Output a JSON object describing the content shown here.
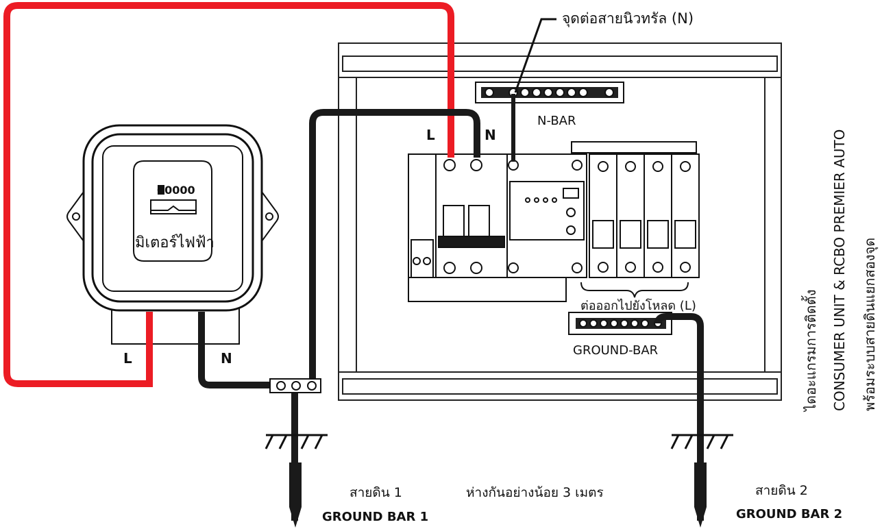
{
  "labels": {
    "neutral_connection": "จุดต่อสายนิวทรัล (N)",
    "n_bar": "N-BAR",
    "l_terminal": "L",
    "n_terminal": "N",
    "meter_name": "มิเตอร์ไฟฟ้า",
    "meter_counter": "00000",
    "meter_l": "L",
    "meter_n": "N",
    "load_output": "ต่อออกไปยังโหลด (L)",
    "ground_bar": "GROUND-BAR",
    "ground1_thai": "สายดิน 1",
    "ground1_en": "GROUND BAR 1",
    "separation": "ห่างกันอย่างน้อย 3 เมตร",
    "ground2_thai": "สายดิน 2",
    "ground2_en": "GROUND BAR 2"
  },
  "side_title": {
    "line1": "ไดอะแกรมการติดตั้ง",
    "line2": "CONSUMER UNIT & RCBO PREMIER AUTO",
    "line3": "พร้อมระบบสายดินแยกสองจุด"
  },
  "colors": {
    "live_wire": "#ec1c24",
    "neutral_wire": "#1a1a1a",
    "enclosure": "#222222"
  }
}
